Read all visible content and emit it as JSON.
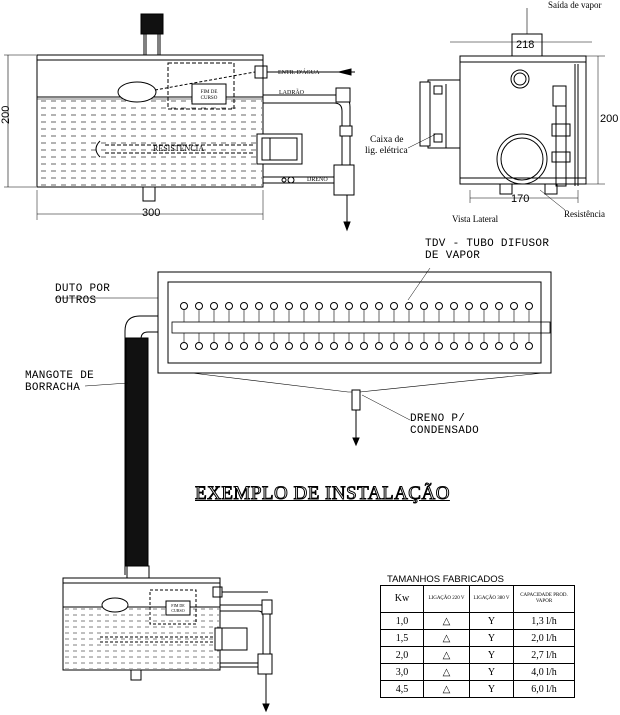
{
  "top_left": {
    "dim_height": "200",
    "dim_width": "300",
    "entrada": "ENTR. D'ÁGUA",
    "fim_curso": "FIM DE CURSO",
    "ladrao": "LADRÃO",
    "resistencia": "RESISTÊNCIA",
    "dreno": "DRENO"
  },
  "lateral": {
    "saida": "Saída de vapor",
    "dim_top": "218",
    "dim_height": "200",
    "dim_bottom": "170",
    "caixa_line1": "Caixa de",
    "caixa_line2": "lig. elétrica",
    "caption": "Vista Lateral",
    "resistencia": "Resistência"
  },
  "install": {
    "tdv_line1": "TDV - TUBO DIFUSOR",
    "tdv_line2": "DE VAPOR",
    "duto_line1": "DUTO POR",
    "duto_line2": "OUTROS",
    "mangote_line1": "MANGOTE DE",
    "mangote_line2": "BORRACHA",
    "dreno_line1": "DRENO P/",
    "dreno_line2": "CONDENSADO",
    "title": "EXEMPLO DE INSTALAÇÃO",
    "small_fim": "FIM DE CURSO"
  },
  "sizes_table": {
    "title": "TAMANHOS FABRICADOS",
    "headers": [
      "Kw",
      "LIGAÇÃO 220 V",
      "LIGAÇÃO 380 V",
      "CAPACIDADE PROD. VAPOR"
    ],
    "rows": [
      {
        "kw": "1,0",
        "v220": "△",
        "v380": "Y",
        "cap": "1,3 l/h"
      },
      {
        "kw": "1,5",
        "v220": "△",
        "v380": "Y",
        "cap": "2,0 l/h"
      },
      {
        "kw": "2,0",
        "v220": "△",
        "v380": "Y",
        "cap": "2,7 l/h"
      },
      {
        "kw": "3,0",
        "v220": "△",
        "v380": "Y",
        "cap": "4,0 l/h"
      },
      {
        "kw": "4,5",
        "v220": "△",
        "v380": "Y",
        "cap": "6,0 l/h"
      }
    ]
  }
}
